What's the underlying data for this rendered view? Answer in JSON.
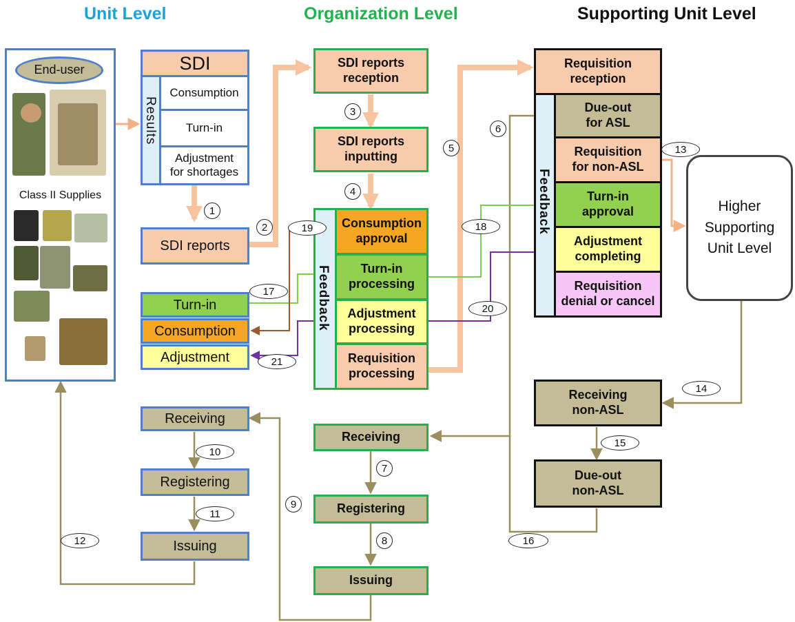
{
  "headers": {
    "unit": "Unit Level",
    "organization": "Organization Level",
    "supporting": "Supporting Unit Level"
  },
  "header_colors": {
    "unit": "#1aa3d9",
    "organization": "#22b14c",
    "supporting": "#111111"
  },
  "unit": {
    "end_user": "End-user",
    "class_ii": "Class II Supplies",
    "sdi_title": "SDI",
    "results_label": "Results",
    "results_items": [
      "Consumption",
      "Turn-in",
      "Adjustment\nfor shortages"
    ],
    "sdi_reports": "SDI reports",
    "feedback_items": [
      "Turn-in",
      "Consumption",
      "Adjustment"
    ],
    "receiving": "Receiving",
    "registering": "Registering",
    "issuing": "Issuing"
  },
  "org": {
    "reports_reception": "SDI reports\nreception",
    "reports_inputting": "SDI reports\ninputting",
    "feedback_label": "Feedback",
    "feedback_items": [
      "Consumption\napproval",
      "Turn-in\nprocessing",
      "Adjustment\nprocessing",
      "Requisition\nprocessing"
    ],
    "receiving": "Receiving",
    "registering": "Registering",
    "issuing": "Issuing"
  },
  "supporting": {
    "requisition_reception": "Requisition\nreception",
    "feedback_label": "Feedback",
    "feedback_items": [
      "Due-out\nfor ASL",
      "Requisition\nfor non-ASL",
      "Turn-in\napproval",
      "Adjustment\ncompleting",
      "Requisition\ndenial or cancel"
    ],
    "higher_level": "Higher\nSupporting\nUnit Level",
    "receiving_non_asl": "Receiving\nnon-ASL",
    "due_out_non_asl": "Due-out\nnon-ASL"
  },
  "steps": [
    "1",
    "2",
    "3",
    "4",
    "5",
    "6",
    "7",
    "8",
    "9",
    "10",
    "11",
    "12",
    "13",
    "14",
    "15",
    "16",
    "17",
    "18",
    "19",
    "20",
    "21"
  ],
  "colors": {
    "peach": "#f8cbad",
    "khaki": "#c4bc96",
    "khaki_line": "#9b8e5e",
    "light_green": "#92d050",
    "orange": "#f5a623",
    "yellow": "#ffff99",
    "pink": "#f7c6f7",
    "purple": "#7030a0",
    "brown": "#9c5a2c"
  }
}
